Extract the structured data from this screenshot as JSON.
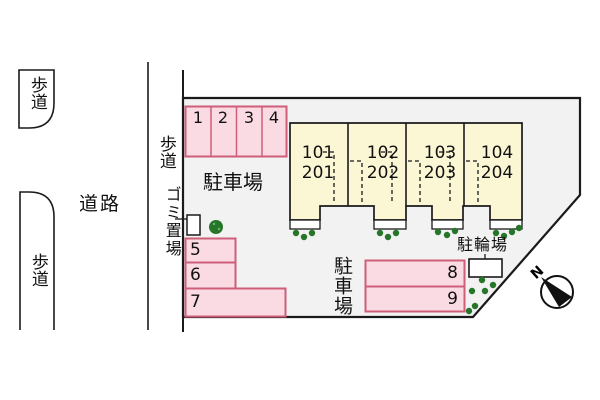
{
  "diagram": {
    "type": "apartment-site-plan",
    "road": {
      "label": "道路"
    },
    "sidewalks": {
      "top_label": "歩道",
      "middle_label": "歩道",
      "bottom_label": "歩道"
    },
    "garbage_area": {
      "label": "ゴミ置場"
    },
    "parking_lot": {
      "upper_label": "駐車場",
      "lower_label": "駐車場"
    },
    "bicycle_parking": {
      "label": "駐輪場"
    },
    "compass": {
      "north": "N"
    },
    "parking_spaces": [
      {
        "number": "1"
      },
      {
        "number": "2"
      },
      {
        "number": "3"
      },
      {
        "number": "4"
      },
      {
        "number": "5"
      },
      {
        "number": "6"
      },
      {
        "number": "7"
      },
      {
        "number": "8"
      },
      {
        "number": "9"
      }
    ],
    "building_units": [
      {
        "line1": "101",
        "line2": "201"
      },
      {
        "line1": "102",
        "line2": "202"
      },
      {
        "line1": "103",
        "line2": "203"
      },
      {
        "line1": "104",
        "line2": "204"
      }
    ],
    "colors": {
      "parking_fill": "#fadbe3",
      "parking_border": "#cf5f78",
      "building_fill": "#fbf7d4",
      "site_fill": "#f2f2f2",
      "greenery": "#26762a",
      "outline": "#1a1a1a",
      "white": "#ffffff"
    }
  }
}
